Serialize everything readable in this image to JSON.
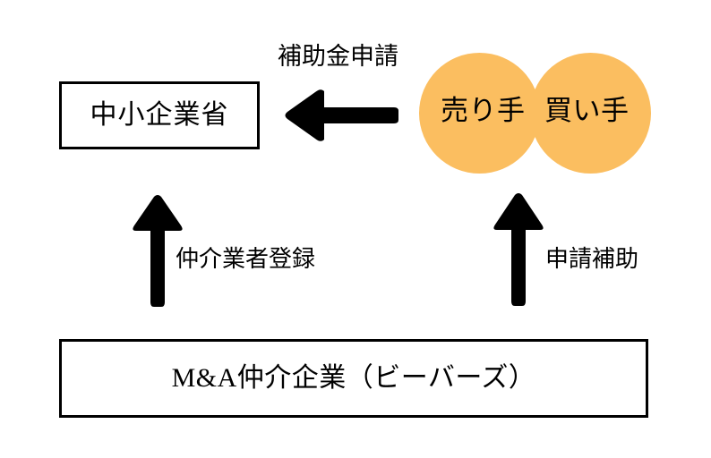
{
  "diagram": {
    "boxes": [
      {
        "id": "ministry",
        "label": "中小企業省"
      },
      {
        "id": "broker",
        "label": "M&A仲介企業（ビーバーズ）"
      }
    ],
    "circles": [
      {
        "id": "seller",
        "label": "売り手",
        "color": "#fbbe60"
      },
      {
        "id": "buyer",
        "label": "買い手",
        "color": "#fbbe60"
      }
    ],
    "arrows": [
      {
        "id": "subsidy",
        "label": "補助金申請",
        "direction": "left",
        "from": "buyer-seller-circles",
        "to": "ministry",
        "color": "#000000"
      },
      {
        "id": "register",
        "label": "仲介業者登録",
        "direction": "up",
        "from": "broker",
        "to": "ministry",
        "color": "#000000"
      },
      {
        "id": "support",
        "label": "申請補助",
        "direction": "up",
        "from": "broker",
        "to": "buyer-seller-circles",
        "color": "#000000"
      }
    ]
  }
}
